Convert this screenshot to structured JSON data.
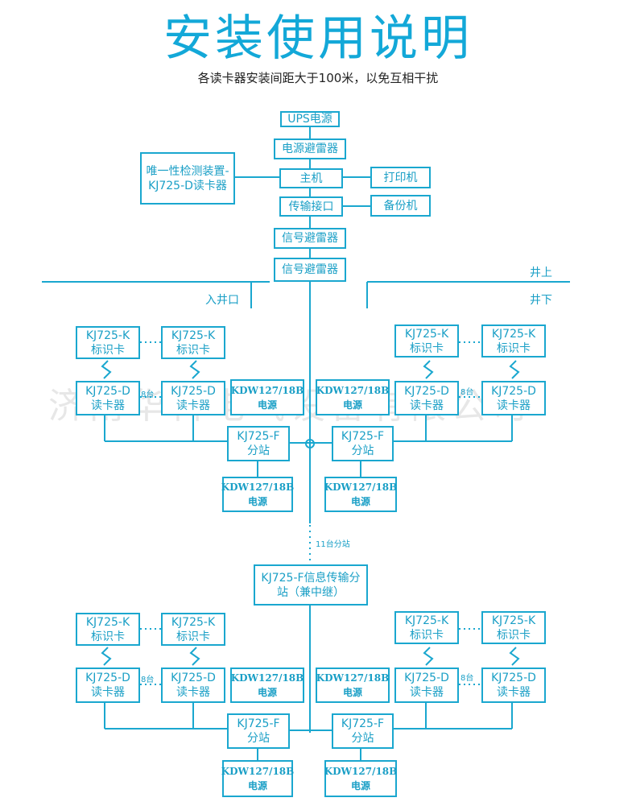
{
  "title": "安装使用说明",
  "subtitle": "各读卡器安装间距大于100米，以免互相干扰",
  "watermark": "济南华科电气设备有限公司",
  "nodes": {
    "ups": "UPS电源",
    "surge_power": "电源避雷器",
    "host": "主机",
    "printer": "打印机",
    "uniqueness": "唯一性检测装置-KJ725-D读卡器",
    "transport": "传输接口",
    "backup": "备份机",
    "signal_surge_1": "信号避雷器",
    "signal_surge_2": "信号避雷器",
    "relay": "KJ725-F信息传输分站（兼中继）"
  },
  "labels": {
    "above_ground": "井上",
    "below_ground": "井下",
    "shaft_entry": "入井口",
    "dist_reader": "8台",
    "dist_station": "11台分站"
  },
  "devices": {
    "tag_card": "KJ725-K 标识卡",
    "reader": "KJ725-D 读卡器",
    "power": "KDW127/18B 电源",
    "station": "KJ725-F 分站"
  }
}
